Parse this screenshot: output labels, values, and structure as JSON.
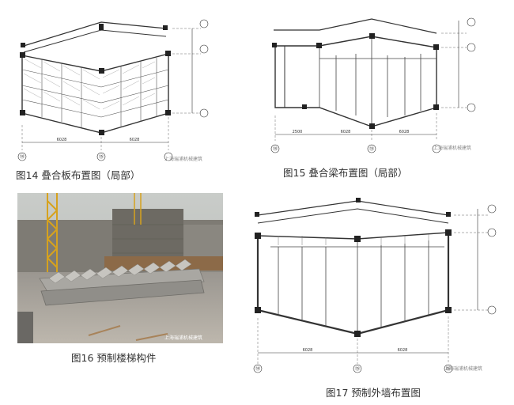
{
  "figures": [
    {
      "caption": "图14  叠合板布置图（局部）",
      "watermark": "上海瑞浦机械建筑",
      "dims": [
        "6028",
        "6028"
      ],
      "axes": [
        "⑭",
        "⑮"
      ]
    },
    {
      "caption": "图15  叠合梁布置图（局部）",
      "watermark": "上海瑞浦机械建筑",
      "dims": [
        "2500",
        "6028",
        "6028"
      ],
      "axes": [
        "⑭",
        "⑮"
      ]
    },
    {
      "caption": "图16  预制楼梯构件",
      "watermark": "上海瑞浦机械建筑"
    },
    {
      "caption": "图17  预制外墙布置图",
      "watermark": "上海瑞浦机械建筑",
      "dims": [
        "6028",
        "6028"
      ],
      "axes": [
        "⑭",
        "⑮",
        "⑯"
      ]
    }
  ]
}
